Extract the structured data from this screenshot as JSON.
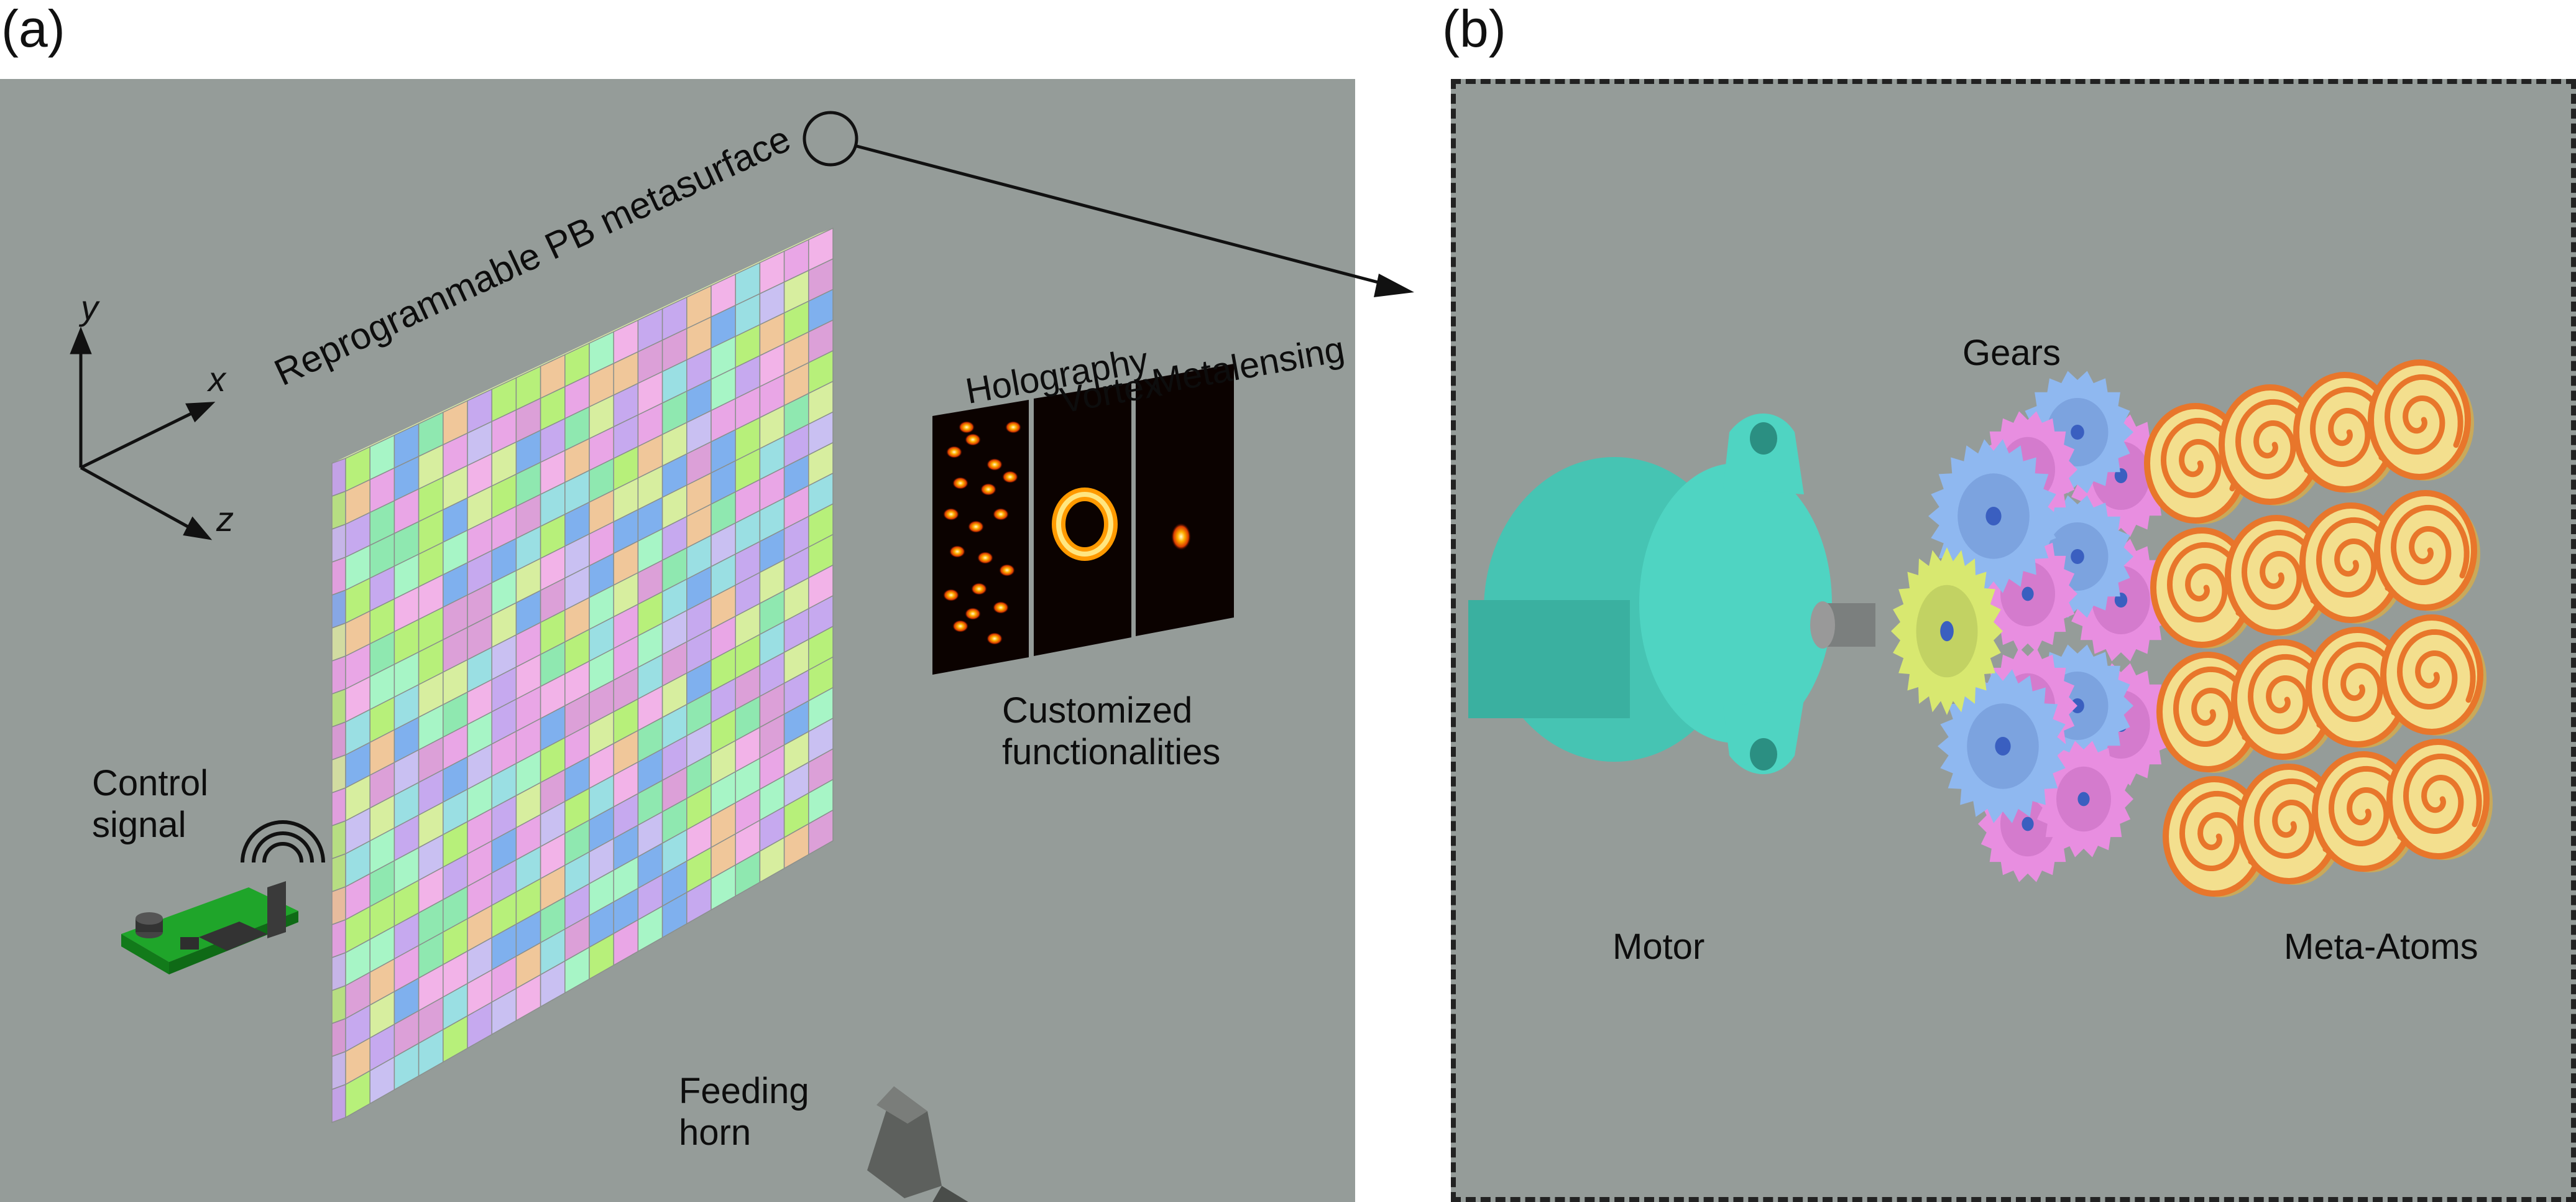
{
  "panel_a": {
    "label": "(a)",
    "title": "Reprogrammable PB metasurface",
    "axes": {
      "x": "x",
      "y": "y",
      "z": "z"
    },
    "control": "Control\nsignal",
    "patterns": [
      "Holography",
      "Vortex",
      "Metalensing"
    ],
    "functions": "Customized\nfunctionalities",
    "horn": "Feeding\nhorn"
  },
  "panel_b": {
    "label": "(b)",
    "gears": "Gears",
    "motor": "Motor",
    "atoms": "Meta-Atoms"
  },
  "colors": {
    "background": "#959c99",
    "motor": "#4fd1c0",
    "gear_blue": "#8fb8f0",
    "gear_pink": "#e88ee0",
    "gear_yellow": "#d8e870",
    "atom": "#f3df8e",
    "spiral": "#e8762b"
  }
}
